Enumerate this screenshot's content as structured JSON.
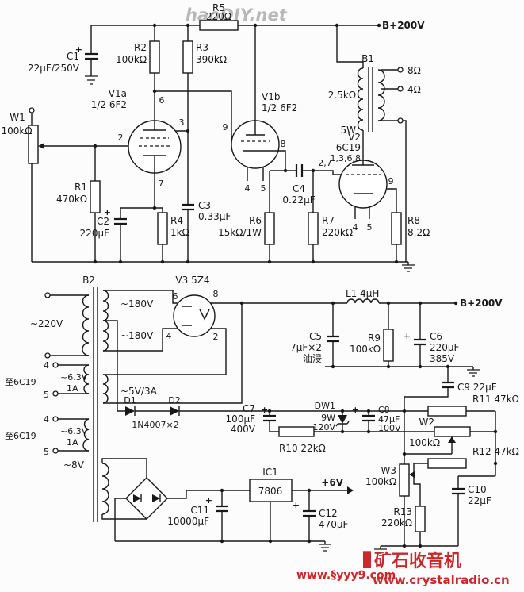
{
  "watermarks": {
    "top": "haoDIY.net",
    "site_name": "矿石收音机",
    "site_url": "www.crystalradio.cn",
    "site_url2": "www.§yyy9.com"
  },
  "power_labels": {
    "bplus_top": "B+200V",
    "bplus_psu": "B+200V",
    "v6": "+6V"
  },
  "tubes": {
    "v1a": {
      "name": "V1a",
      "type": "1/2 6F2",
      "pin_plate": "6",
      "pin_screen": "3",
      "pin_grid": "2",
      "pin_cathode": "7"
    },
    "v1b": {
      "name": "V1b",
      "type": "1/2 6F2",
      "pin_grid": "9",
      "pin_cathode": "8",
      "pin_h1": "4",
      "pin_h2": "5"
    },
    "v2": {
      "name": "V2",
      "type": "6C19",
      "pins_plate": "1,3,6,8",
      "pin_grid": "2,7",
      "pin_cathode": "9",
      "pin_h1": "4",
      "pin_h2": "5"
    },
    "v3": {
      "name": "V3 5Z4",
      "pin_p1": "6",
      "pin_f1": "8",
      "pin_p2": "4",
      "pin_f2": "2"
    }
  },
  "b1": {
    "name": "B1",
    "primary_z": "2.5kΩ",
    "power": "5W",
    "tap_8": "8Ω",
    "tap_4": "4Ω"
  },
  "b2": {
    "name": "B2",
    "primary": "~220V",
    "hv1": "~180V",
    "hv2": "~180V",
    "rect_fil": "~5V/3A",
    "heater_a": "~6.3V",
    "heater_a_i": "1A",
    "heater_b": "~6.3V",
    "heater_b_i": "1A",
    "aux": "~8V",
    "dest_a": "至6C19",
    "dest_a_p1": "4",
    "dest_a_p2": "5",
    "dest_b": "至6C19",
    "dest_b_p1": "4",
    "dest_b_p2": "5"
  },
  "parts": {
    "w1": {
      "name": "W1",
      "value": "100kΩ"
    },
    "r1": {
      "name": "R1",
      "value": "470kΩ"
    },
    "r2": {
      "name": "R2",
      "value": "100kΩ"
    },
    "r3": {
      "name": "R3",
      "value": "390kΩ"
    },
    "r4": {
      "name": "R4",
      "value": "1kΩ"
    },
    "r5": {
      "name": "R5",
      "value": "220Ω"
    },
    "r6": {
      "name": "R6",
      "value": "15kΩ/1W"
    },
    "r7": {
      "name": "R7",
      "value": "220kΩ"
    },
    "r8": {
      "name": "R8",
      "value": "8.2Ω"
    },
    "r9": {
      "name": "R9",
      "value": "100kΩ"
    },
    "r10": {
      "name": "R10 22kΩ"
    },
    "r11": {
      "name": "R11 47kΩ"
    },
    "r12": {
      "name": "R12 47kΩ"
    },
    "r13": {
      "name": "R13",
      "value": "220kΩ"
    },
    "w2": {
      "name": "W2",
      "value": "100kΩ"
    },
    "w3": {
      "name": "W3",
      "value": "100kΩ"
    },
    "c1": {
      "name": "C1",
      "value": "22μF/250V"
    },
    "c2": {
      "name": "C2",
      "value": "220μF"
    },
    "c3": {
      "name": "C3",
      "value": "0.33μF"
    },
    "c4": {
      "name": "C4",
      "value": "0.22μF"
    },
    "c5": {
      "name": "C5",
      "value": "7μF×2",
      "note": "油浸"
    },
    "c6": {
      "name": "C6",
      "value": "220μF",
      "rating": "385V"
    },
    "c7": {
      "name": "C7",
      "value": "100μF",
      "rating": "400V"
    },
    "c8": {
      "name": "C8",
      "value": "47μF",
      "rating": "100V"
    },
    "c9": {
      "name": "C9 22μF"
    },
    "c10": {
      "name": "C10",
      "value": "22μF"
    },
    "c11": {
      "name": "C11",
      "value": "10000μF"
    },
    "c12": {
      "name": "C12",
      "value": "470μF"
    },
    "d1": {
      "name": "D1"
    },
    "d2": {
      "name": "D2"
    },
    "d_type": "1N4007×2",
    "dw1": {
      "name": "DW1",
      "value": "9W",
      "rating": "120V"
    },
    "l1": {
      "name": "L1 4μH"
    },
    "ic1": {
      "name": "IC1",
      "value": "7806"
    }
  },
  "misc": {
    "to": "至",
    "plus": "+"
  }
}
